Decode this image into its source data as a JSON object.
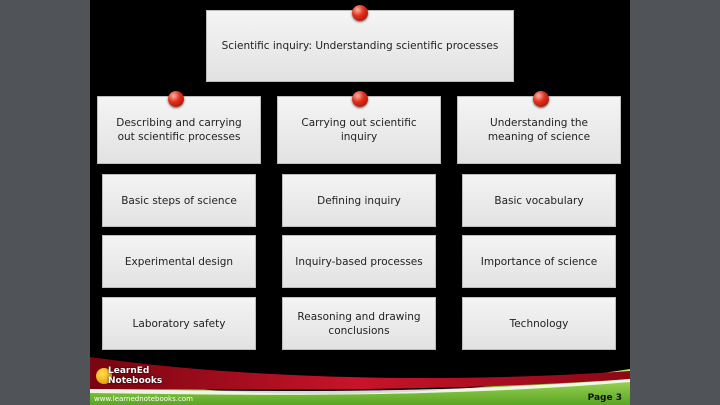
{
  "diagram": {
    "root": "Scientific inquiry: Understanding scientific processes",
    "branches": [
      {
        "title": "Describing and carrying out scientific processes",
        "items": [
          "Basic steps of science",
          "Experimental design",
          "Laboratory safety"
        ]
      },
      {
        "title": "Carrying out scientific inquiry",
        "items": [
          "Defining inquiry",
          "Inquiry-based processes",
          "Reasoning and drawing conclusions"
        ]
      },
      {
        "title": "Understanding the meaning of science",
        "items": [
          "Basic vocabulary",
          "Importance of science",
          "Technology"
        ]
      }
    ]
  },
  "footer": {
    "logo_line1": "LearnEd",
    "logo_line2": "Notebooks",
    "url": "www.learnednotebooks.com",
    "page": "Page 3"
  },
  "colors": {
    "slide_background": "#000000",
    "frame_background": "#505458",
    "box_fill": "#ececec",
    "pin": "#d8281a",
    "footer_red": "#b5101e",
    "footer_green": "#7cc43a"
  }
}
